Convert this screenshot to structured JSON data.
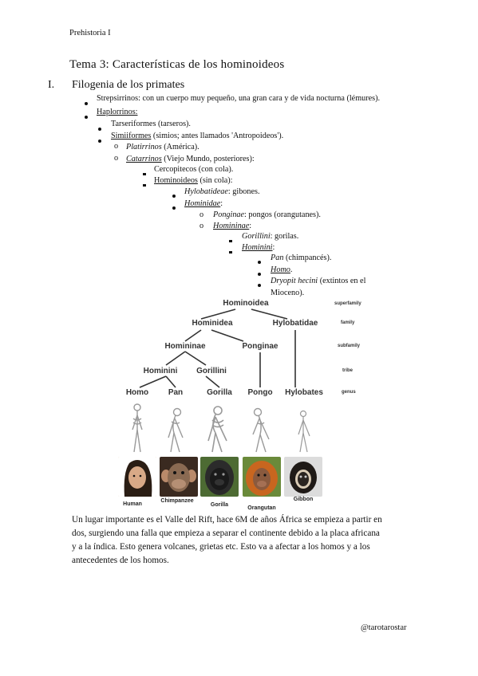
{
  "header": "Prehistoria I",
  "title": "Tema 3: Características de los hominoideos",
  "section": {
    "number": "I.",
    "title": "Filogenia de los primates"
  },
  "items": {
    "strepsirrinos": "Strepsirrinos: con un cuerpo muy pequeño, una gran cara y de vida nocturna (lémures).",
    "haplorrinos": "Haplorrinos:",
    "tarseriformes": "Tarseriformes (tarseros).",
    "simiiformes_u": "Simiiformes",
    "simiiformes_rest": " (simios; antes llamados 'Antropoideos').",
    "platirrinos_i": "Platirrinos",
    "platirrinos_rest": " (América).",
    "catarrinos_i": "Catarrinos",
    "catarrinos_rest": " (Viejo Mundo, posteriores):",
    "cercopitecos": "Cercopitecos (con cola).",
    "hominoideos_u": "Hominoideos",
    "hominoideos_rest": " (sin cola):",
    "hylobatideae_i": "Hylobatideae",
    "hylobatideae_rest": ": gibones.",
    "hominidae_i": "Hominidae",
    "hominidae_rest": ":",
    "ponginae_i": "Ponginae",
    "ponginae_rest": ": pongos (orangutanes).",
    "homininae_i": "Homininae",
    "homininae_rest": ":",
    "gorillini_i": "Gorillini",
    "gorillini_rest": ": gorilas.",
    "hominini_i": "Hominini",
    "hominini_rest": ":",
    "pan_i": "Pan",
    "pan_rest": " (chimpancés).",
    "homo_i": "Homo",
    "homo_rest": ".",
    "dryopit_i": "Dryopit hecini",
    "dryopit_rest": " (extintos en el",
    "dryopit_line2": "Mioceno)."
  },
  "figure": {
    "nodes": {
      "hominoidea": "Hominoidea",
      "hominidea": "Hominidea",
      "hylobatidae": "Hylobatidae",
      "homininae": "Homininae",
      "ponginae": "Ponginae",
      "hominini": "Hominini",
      "gorillini": "Gorillini",
      "homo": "Homo",
      "pan": "Pan",
      "gorilla": "Gorilla",
      "pongo": "Pongo",
      "hylobates": "Hylobates"
    },
    "ranks": {
      "superfamily": "superfamily",
      "family": "family",
      "subfamily": "subfamily",
      "tribe": "tribe",
      "genus": "genus"
    },
    "labels": {
      "human": "Human",
      "chimpanzee": "Chimpanzee",
      "gorilla": "Gorilla",
      "orangutan": "Orangutan",
      "gibbon": "Gibbon"
    }
  },
  "paragraph": [
    "Un lugar importante es el Valle del Rift, hace 6M de años África se empieza a partir en",
    "dos, surgiendo una falla que empieza a separar el continente debido a la placa africana",
    "y a la índica. Esto genera volcanes, grietas etc. Esto va a afectar a los homos y a los",
    "antecedentes de los homos."
  ],
  "footer": "@tarotarostar",
  "colors": {
    "text": "#111111",
    "tree_line": "#333333",
    "orangutan": "#c8661f",
    "gorilla": "#3a3a3a",
    "chimp": "#6b4a32",
    "human_hair": "#2a1d14",
    "gibbon": "#1f1a17"
  }
}
